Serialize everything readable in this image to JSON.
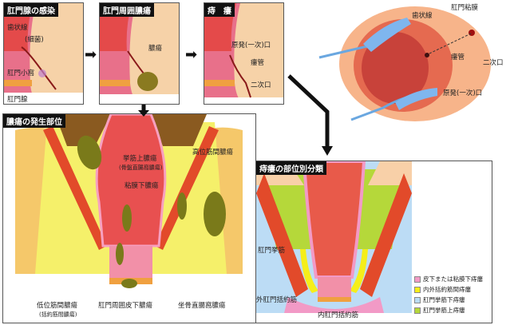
{
  "steps": [
    {
      "title": "肛門腺の感染",
      "labels": [
        "歯状線",
        "(細菌)",
        "肛門小窩",
        "肛門腺"
      ]
    },
    {
      "title": "肛門周囲膿瘍",
      "labels": [
        "膿瘍"
      ]
    },
    {
      "title": "痔　瘻",
      "labels": [
        "原発(一次)口",
        "瘻管",
        "二次口"
      ]
    }
  ],
  "exam_view": {
    "labels": [
      "歯状線",
      "肛門粘膜",
      "瘻管",
      "二次口",
      "原発(一次)口"
    ]
  },
  "abscess": {
    "title": "膿瘍の発生部位",
    "labels": {
      "supralevator": "挙筋上膿瘍",
      "supralevator_sub": "(骨盤直腸窩膿瘍)",
      "submucosal": "粘膜下膿瘍",
      "high_intermuscular": "高位筋間膿瘍",
      "low_intermuscular": "低位筋間膿瘍",
      "low_intermuscular_sub": "(括約筋間膿瘍)",
      "perianal": "肛門周囲皮下膿瘍",
      "ischiorectal": "坐骨直腸窩膿瘍"
    }
  },
  "fistula": {
    "title": "痔瘻の部位別分類",
    "labels": {
      "levator": "肛門挙筋",
      "external": "外肛門括約筋",
      "internal": "内肛門括約筋"
    },
    "legend": [
      {
        "label": "皮下または粘膜下痔瘻",
        "color": "#f29ac6"
      },
      {
        "label": "内外括約筋間痔瘻",
        "color": "#f5ee1a"
      },
      {
        "label": "肛門挙筋下痔瘻",
        "color": "#b9dcf5"
      },
      {
        "label": "肛門挙筋上痔瘻",
        "color": "#b5d83a"
      }
    ]
  }
}
